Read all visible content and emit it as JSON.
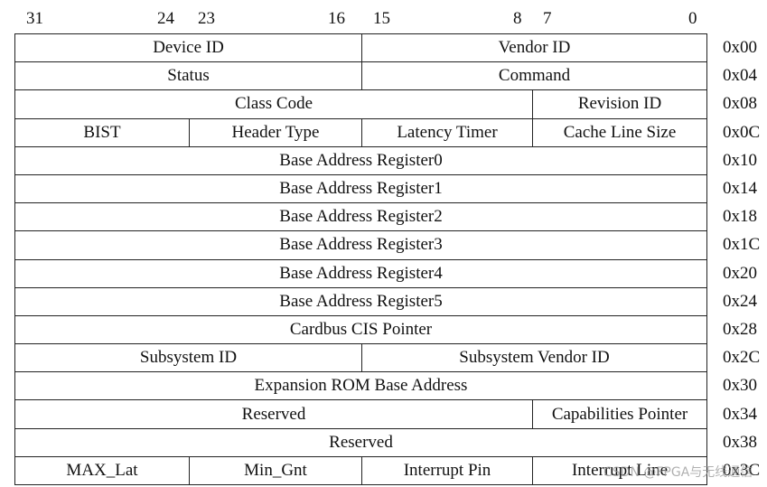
{
  "bit_labels": [
    "31",
    "24",
    "23",
    "16",
    "15",
    "8",
    "7",
    "0"
  ],
  "registers": [
    {
      "offset": "0x00",
      "fields": [
        {
          "label": "Device ID",
          "span": 2
        },
        {
          "label": "Vendor ID",
          "span": 2
        }
      ]
    },
    {
      "offset": "0x04",
      "fields": [
        {
          "label": "Status",
          "span": 2
        },
        {
          "label": "Command",
          "span": 2
        }
      ]
    },
    {
      "offset": "0x08",
      "fields": [
        {
          "label": "Class Code",
          "span": 3
        },
        {
          "label": "Revision ID",
          "span": 1
        }
      ]
    },
    {
      "offset": "0x0C",
      "fields": [
        {
          "label": "BIST",
          "span": 1
        },
        {
          "label": "Header Type",
          "span": 1
        },
        {
          "label": "Latency Timer",
          "span": 1
        },
        {
          "label": "Cache Line Size",
          "span": 1
        }
      ]
    },
    {
      "offset": "0x10",
      "fields": [
        {
          "label": "Base Address Register0",
          "span": 4
        }
      ]
    },
    {
      "offset": "0x14",
      "fields": [
        {
          "label": "Base Address Register1",
          "span": 4
        }
      ]
    },
    {
      "offset": "0x18",
      "fields": [
        {
          "label": "Base Address Register2",
          "span": 4
        }
      ]
    },
    {
      "offset": "0x1C",
      "fields": [
        {
          "label": "Base Address Register3",
          "span": 4
        }
      ]
    },
    {
      "offset": "0x20",
      "fields": [
        {
          "label": "Base Address Register4",
          "span": 4
        }
      ]
    },
    {
      "offset": "0x24",
      "fields": [
        {
          "label": "Base Address Register5",
          "span": 4
        }
      ]
    },
    {
      "offset": "0x28",
      "fields": [
        {
          "label": "Cardbus CIS Pointer",
          "span": 4
        }
      ]
    },
    {
      "offset": "0x2C",
      "fields": [
        {
          "label": "Subsystem ID",
          "span": 2
        },
        {
          "label": "Subsystem Vendor ID",
          "span": 2
        }
      ]
    },
    {
      "offset": "0x30",
      "fields": [
        {
          "label": "Expansion ROM Base Address",
          "span": 4
        }
      ]
    },
    {
      "offset": "0x34",
      "fields": [
        {
          "label": "Reserved",
          "span": 3
        },
        {
          "label": "Capabilities Pointer",
          "span": 1
        }
      ]
    },
    {
      "offset": "0x38",
      "fields": [
        {
          "label": "Reserved",
          "span": 4
        }
      ]
    },
    {
      "offset": "0x3C",
      "fields": [
        {
          "label": "MAX_Lat",
          "span": 1
        },
        {
          "label": "Min_Gnt",
          "span": 1
        },
        {
          "label": "Interrupt Pin",
          "span": 1
        },
        {
          "label": "Interrupt Line",
          "span": 1
        }
      ]
    }
  ],
  "watermark": "CSDN @FPGA与无线通信"
}
